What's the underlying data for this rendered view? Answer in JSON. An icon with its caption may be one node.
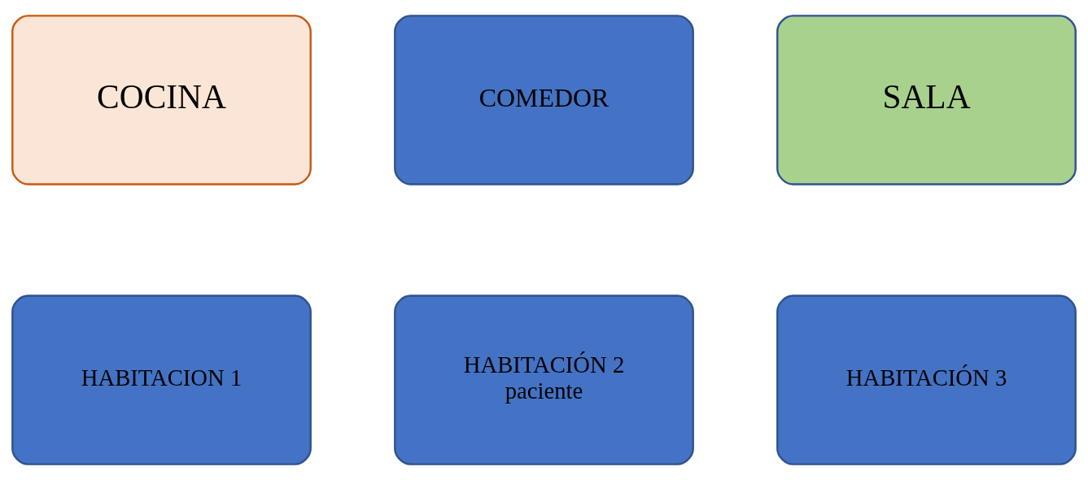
{
  "diagram": {
    "nodes": [
      {
        "text": [
          "COCINA"
        ]
      },
      {
        "text": [
          "COMEDOR"
        ]
      },
      {
        "text": [
          "SALA"
        ]
      },
      {
        "text": [
          "HABITACION 1"
        ]
      },
      {
        "text": [
          "HABITACIÓN 2",
          "paciente"
        ]
      },
      {
        "text": [
          "HABITACIÓN 3"
        ]
      }
    ],
    "edges": []
  }
}
